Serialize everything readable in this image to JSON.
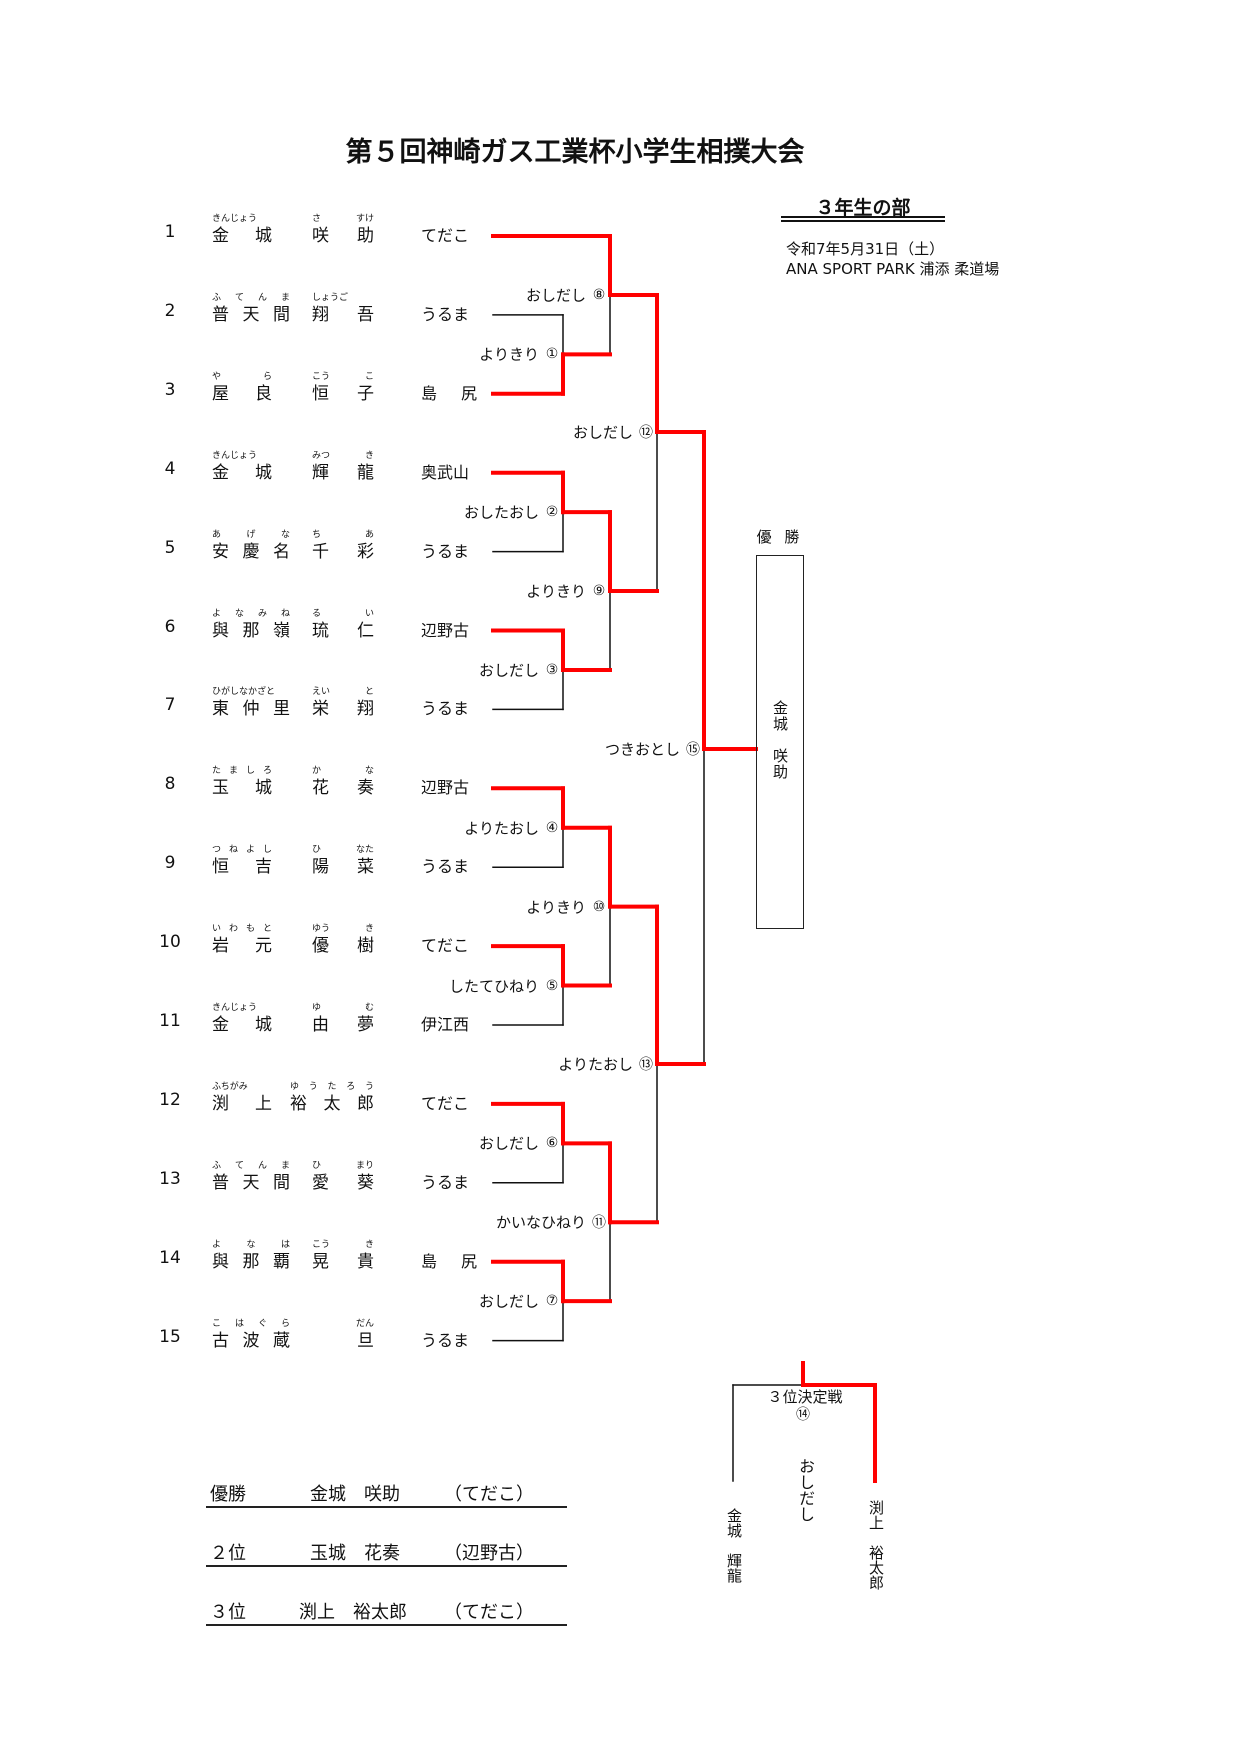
{
  "title": "第５回神崎ガス工業杯小学生相撲大会",
  "division": "３年生の部",
  "date": "令和7年5月31日（土）",
  "venue": "ANA SPORT PARK 浦添 柔道場",
  "entries": [
    {
      "no": "1",
      "surname": [
        "金",
        "城"
      ],
      "surname_kana": [
        "きんじょう"
      ],
      "given": [
        "咲",
        "助"
      ],
      "given_kana": [
        "さ",
        "すけ"
      ],
      "club": "てだこ"
    },
    {
      "no": "2",
      "surname": [
        "普",
        "天",
        "間"
      ],
      "surname_kana": [
        "ふ",
        "て",
        "ん",
        "ま"
      ],
      "given": [
        "翔",
        "吾"
      ],
      "given_kana": [
        "しょうご"
      ],
      "club": "うるま"
    },
    {
      "no": "3",
      "surname": [
        "屋",
        "良"
      ],
      "surname_kana": [
        "や",
        "ら"
      ],
      "given": [
        "恒",
        "子"
      ],
      "given_kana": [
        "こう",
        "こ"
      ],
      "club": "島　尻"
    },
    {
      "no": "4",
      "surname": [
        "金",
        "城"
      ],
      "surname_kana": [
        "きんじょう"
      ],
      "given": [
        "輝",
        "龍"
      ],
      "given_kana": [
        "みつ",
        "き"
      ],
      "club": "奥武山"
    },
    {
      "no": "5",
      "surname": [
        "安",
        "慶",
        "名"
      ],
      "surname_kana": [
        "あ",
        "げ",
        "な"
      ],
      "given": [
        "千",
        "彩"
      ],
      "given_kana": [
        "ち",
        "あ"
      ],
      "club": "うるま"
    },
    {
      "no": "6",
      "surname": [
        "與",
        "那",
        "嶺"
      ],
      "surname_kana": [
        "よ",
        "な",
        "み",
        "ね"
      ],
      "given": [
        "琉",
        "仁"
      ],
      "given_kana": [
        "る",
        "い"
      ],
      "club": "辺野古"
    },
    {
      "no": "7",
      "surname": [
        "東",
        "仲",
        "里"
      ],
      "surname_kana": [
        "ひがしなかざと"
      ],
      "given": [
        "栄",
        "翔"
      ],
      "given_kana": [
        "えい",
        "と"
      ],
      "club": "うるま"
    },
    {
      "no": "8",
      "surname": [
        "玉",
        "城"
      ],
      "surname_kana": [
        "た",
        "ま",
        "し",
        "ろ"
      ],
      "given": [
        "花",
        "奏"
      ],
      "given_kana": [
        "か",
        "な"
      ],
      "club": "辺野古"
    },
    {
      "no": "9",
      "surname": [
        "恒",
        "吉"
      ],
      "surname_kana": [
        "つ",
        "ね",
        "よ",
        "し"
      ],
      "given": [
        "陽",
        "菜"
      ],
      "given_kana": [
        "ひ",
        "なた"
      ],
      "club": "うるま"
    },
    {
      "no": "10",
      "surname": [
        "岩",
        "元"
      ],
      "surname_kana": [
        "い",
        "わ",
        "も",
        "と"
      ],
      "given": [
        "優",
        "樹"
      ],
      "given_kana": [
        "ゆう",
        "き"
      ],
      "club": "てだこ"
    },
    {
      "no": "11",
      "surname": [
        "金",
        "城"
      ],
      "surname_kana": [
        "きんじょう"
      ],
      "given": [
        "由",
        "夢"
      ],
      "given_kana": [
        "ゆ",
        "む"
      ],
      "club": "伊江西"
    },
    {
      "no": "12",
      "surname": [
        "渕",
        "上"
      ],
      "surname_kana": [
        "ふちがみ"
      ],
      "given": [
        "裕",
        "太",
        "郎"
      ],
      "given_kana": [
        "ゆ",
        "う",
        "た",
        "ろ",
        "う"
      ],
      "club": "てだこ"
    },
    {
      "no": "13",
      "surname": [
        "普",
        "天",
        "間"
      ],
      "surname_kana": [
        "ふ",
        "て",
        "ん",
        "ま"
      ],
      "given": [
        "愛",
        "葵"
      ],
      "given_kana": [
        "ひ",
        "まり"
      ],
      "club": "うるま"
    },
    {
      "no": "14",
      "surname": [
        "與",
        "那",
        "覇"
      ],
      "surname_kana": [
        "よ",
        "な",
        "は"
      ],
      "given": [
        "晃",
        "貴"
      ],
      "given_kana": [
        "こう",
        "き"
      ],
      "club": "島　尻"
    },
    {
      "no": "15",
      "surname": [
        "古",
        "波",
        "蔵"
      ],
      "surname_kana": [
        "こ",
        "は",
        "ぐ",
        "ら"
      ],
      "given": [
        "旦"
      ],
      "given_kana": [
        "だん"
      ],
      "club": "うるま"
    }
  ],
  "matches": [
    {
      "circ": "①",
      "technique": "よりきり",
      "winner": "lower"
    },
    {
      "circ": "②",
      "technique": "おしたおし",
      "winner": "upper"
    },
    {
      "circ": "③",
      "technique": "おしだし",
      "winner": "upper"
    },
    {
      "circ": "④",
      "technique": "よりたおし",
      "winner": "upper"
    },
    {
      "circ": "⑤",
      "technique": "したてひねり",
      "winner": "upper"
    },
    {
      "circ": "⑥",
      "technique": "おしだし",
      "winner": "upper"
    },
    {
      "circ": "⑦",
      "technique": "おしだし",
      "winner": "upper"
    },
    {
      "circ": "⑧",
      "technique": "おしだし",
      "winner": "upper"
    },
    {
      "circ": "⑨",
      "technique": "よりきり",
      "winner": "upper"
    },
    {
      "circ": "⑩",
      "technique": "よりきり",
      "winner": "upper"
    },
    {
      "circ": "⑪",
      "technique": "かいなひねり",
      "winner": "upper"
    },
    {
      "circ": "⑫",
      "technique": "おしだし",
      "winner": "upper"
    },
    {
      "circ": "⑬",
      "technique": "よりたおし",
      "winner": "upper"
    },
    {
      "circ": "⑮",
      "technique": "つきおとし",
      "winner": "upper"
    }
  ],
  "champion_box": {
    "label": "優 勝",
    "name": "金城　咲助"
  },
  "third_place": {
    "title": "３位決定戦",
    "circ": "⑭",
    "technique": "おしだし",
    "left": "金城　輝龍",
    "right": "渕上　裕太郎",
    "winner": "right"
  },
  "results": [
    {
      "rank": "優勝",
      "name": "金城　咲助",
      "club": "（てだこ）"
    },
    {
      "rank": "２位",
      "name": "玉城　花奏",
      "club": "（辺野古）"
    },
    {
      "rank": "３位",
      "name": "渕上　裕太郎",
      "club": "（てだこ）"
    }
  ],
  "colors": {
    "win": "#ff0000",
    "line": "#111111"
  }
}
